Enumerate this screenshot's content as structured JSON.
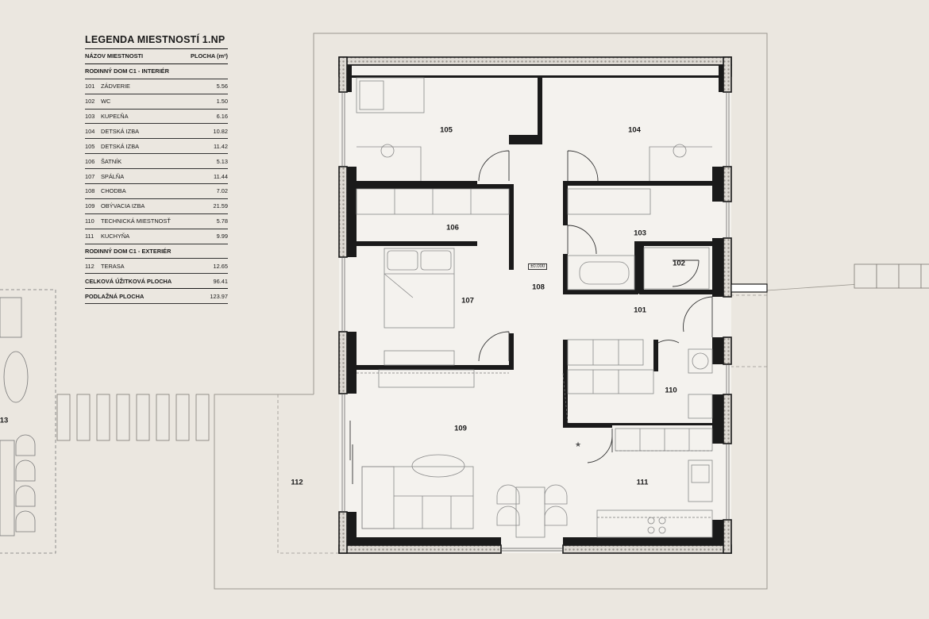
{
  "legend": {
    "title": "LEGENDA MIESTNOSTÍ 1.NP",
    "header_name": "NÁZOV MIESTNOSTI",
    "header_area": "PLOCHA (m²)",
    "section_interior": "RODINNÝ DOM C1 - INTERIÉR",
    "interior_rooms": [
      {
        "num": "101",
        "name": "ZÁDVERIE",
        "area": "5.56"
      },
      {
        "num": "102",
        "name": "WC",
        "area": "1.50"
      },
      {
        "num": "103",
        "name": "KUPEĽŇA",
        "area": "6.16"
      },
      {
        "num": "104",
        "name": "DETSKÁ IZBA",
        "area": "10.82"
      },
      {
        "num": "105",
        "name": "DETSKÁ IZBA",
        "area": "11.42"
      },
      {
        "num": "106",
        "name": "ŠATNÍK",
        "area": "5.13"
      },
      {
        "num": "107",
        "name": "SPÁLŇA",
        "area": "11.44"
      },
      {
        "num": "108",
        "name": "CHODBA",
        "area": "7.02"
      },
      {
        "num": "109",
        "name": "OBÝVACIA IZBA",
        "area": "21.59"
      },
      {
        "num": "110",
        "name": "TECHNICKÁ MIESTNOSŤ",
        "area": "5.78"
      },
      {
        "num": "111",
        "name": "KUCHYŇA",
        "area": "9.99"
      }
    ],
    "section_exterior": "RODINNÝ DOM C1 - EXTERIÉR",
    "exterior_rooms": [
      {
        "num": "112",
        "name": "TERASA",
        "area": "12.65"
      }
    ],
    "total_usable_label": "CELKOVÁ ÚŽITKOVÁ PLOCHA",
    "total_usable_value": "96.41",
    "floor_area_label": "PODLAŽNÁ PLOCHA",
    "floor_area_value": "123.97"
  },
  "plan": {
    "room_labels": {
      "r101": "101",
      "r102": "102",
      "r103": "103",
      "r104": "104",
      "r105": "105",
      "r106": "106",
      "r107": "107",
      "r108": "108",
      "r109": "109",
      "r110": "110",
      "r111": "111",
      "r112": "112"
    },
    "level_mark": "±0.000",
    "partial_left_label": "13"
  },
  "colors": {
    "background": "#ebe7e0",
    "floor": "#f4f2ee",
    "wall": "#1a1a1a",
    "insulation": "#d9d5cf"
  }
}
